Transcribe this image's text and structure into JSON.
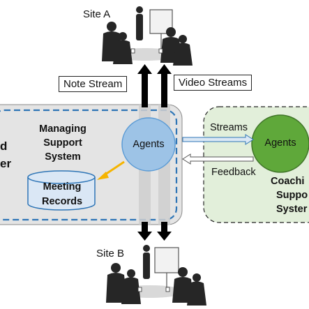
{
  "sites": {
    "a_label": "Site A",
    "b_label": "Site B"
  },
  "streams": {
    "note_stream": "Note Stream",
    "video_streams": "Video Streams",
    "streams_label": "Streams",
    "feedback_label": "Feedback"
  },
  "left_system": {
    "line1": "Managing",
    "line2": "Support",
    "line3": "System",
    "agents": "Agents",
    "db_line1": "Meeting",
    "db_line2": "Records"
  },
  "right_system": {
    "agents": "Agents",
    "line1": "Coachi",
    "line2": "Suppo",
    "line3": "Syster"
  },
  "left_edge": {
    "fragment1": "d",
    "fragment2": "er"
  },
  "colors": {
    "left_panel_fill": "#e4e4e4",
    "left_panel_dash": "#2e75b6",
    "left_agent_fill": "#9dc3e6",
    "left_agent_stroke": "#5b9bd5",
    "right_panel_fill": "#e2efda",
    "right_agent_fill": "#5fa83a",
    "right_agent_stroke": "#41762a",
    "db_fill": "#dae7f5",
    "db_stroke": "#2e75b6",
    "arrow_orange": "#f5b400",
    "silhouette": "#262626"
  }
}
